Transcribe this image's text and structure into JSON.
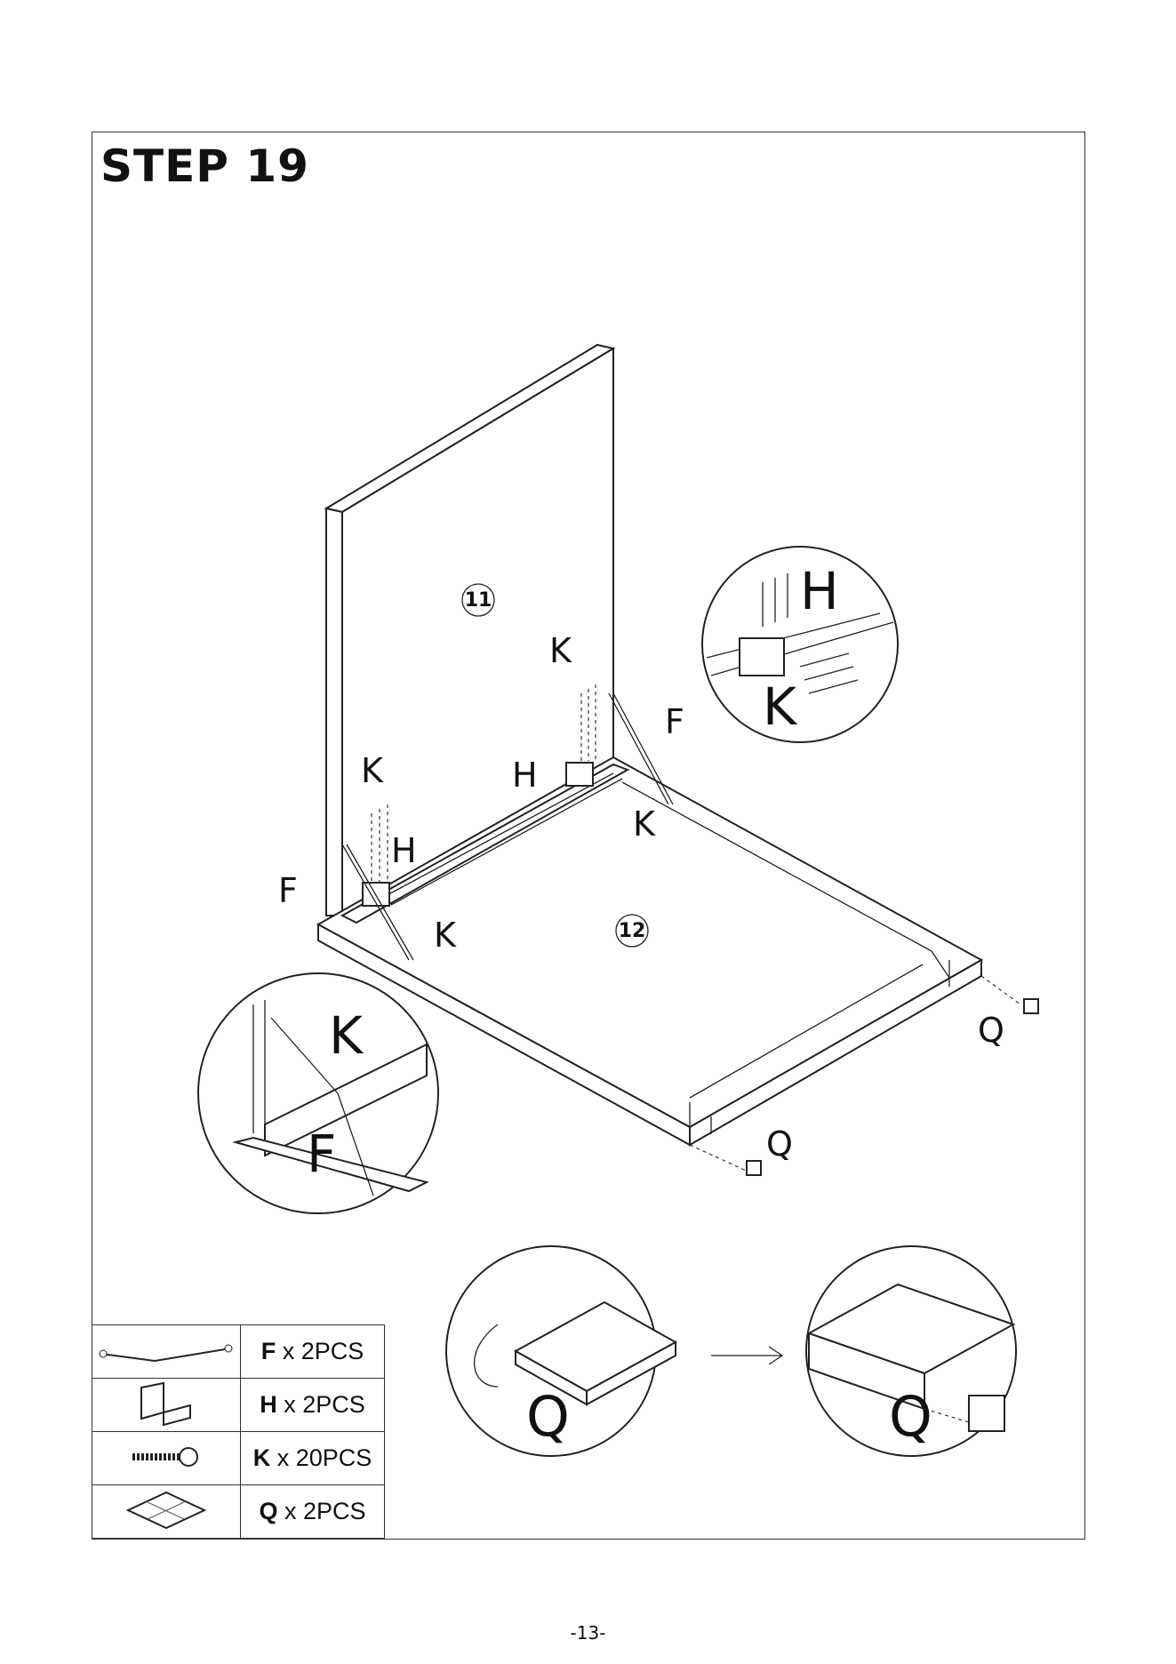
{
  "step": {
    "title": "STEP 19"
  },
  "panels": {
    "back": "11",
    "base": "12"
  },
  "callouts": {
    "k_top": "K",
    "f_right": "F",
    "h_mid": "H",
    "k_mid": "K",
    "k_left": "K",
    "h_left": "H",
    "f_left": "F",
    "k_low": "K",
    "q_right": "Q",
    "q_bottom": "Q"
  },
  "detail_top_right": {
    "h": "H",
    "k": "K"
  },
  "detail_left": {
    "k": "K",
    "f": "F"
  },
  "detail_q_before": {
    "q": "Q"
  },
  "detail_q_after": {
    "q": "Q"
  },
  "parts": [
    {
      "letter": "F",
      "qty": " x 2PCS",
      "icon": "gas-strut-icon"
    },
    {
      "letter": "H",
      "qty": " x 2PCS",
      "icon": "hinge-bracket-icon"
    },
    {
      "letter": "K",
      "qty": " x 20PCS",
      "icon": "screw-icon"
    },
    {
      "letter": "Q",
      "qty": " x 2PCS",
      "icon": "felt-pad-icon"
    }
  ],
  "footer": {
    "page_number": "-13-"
  }
}
